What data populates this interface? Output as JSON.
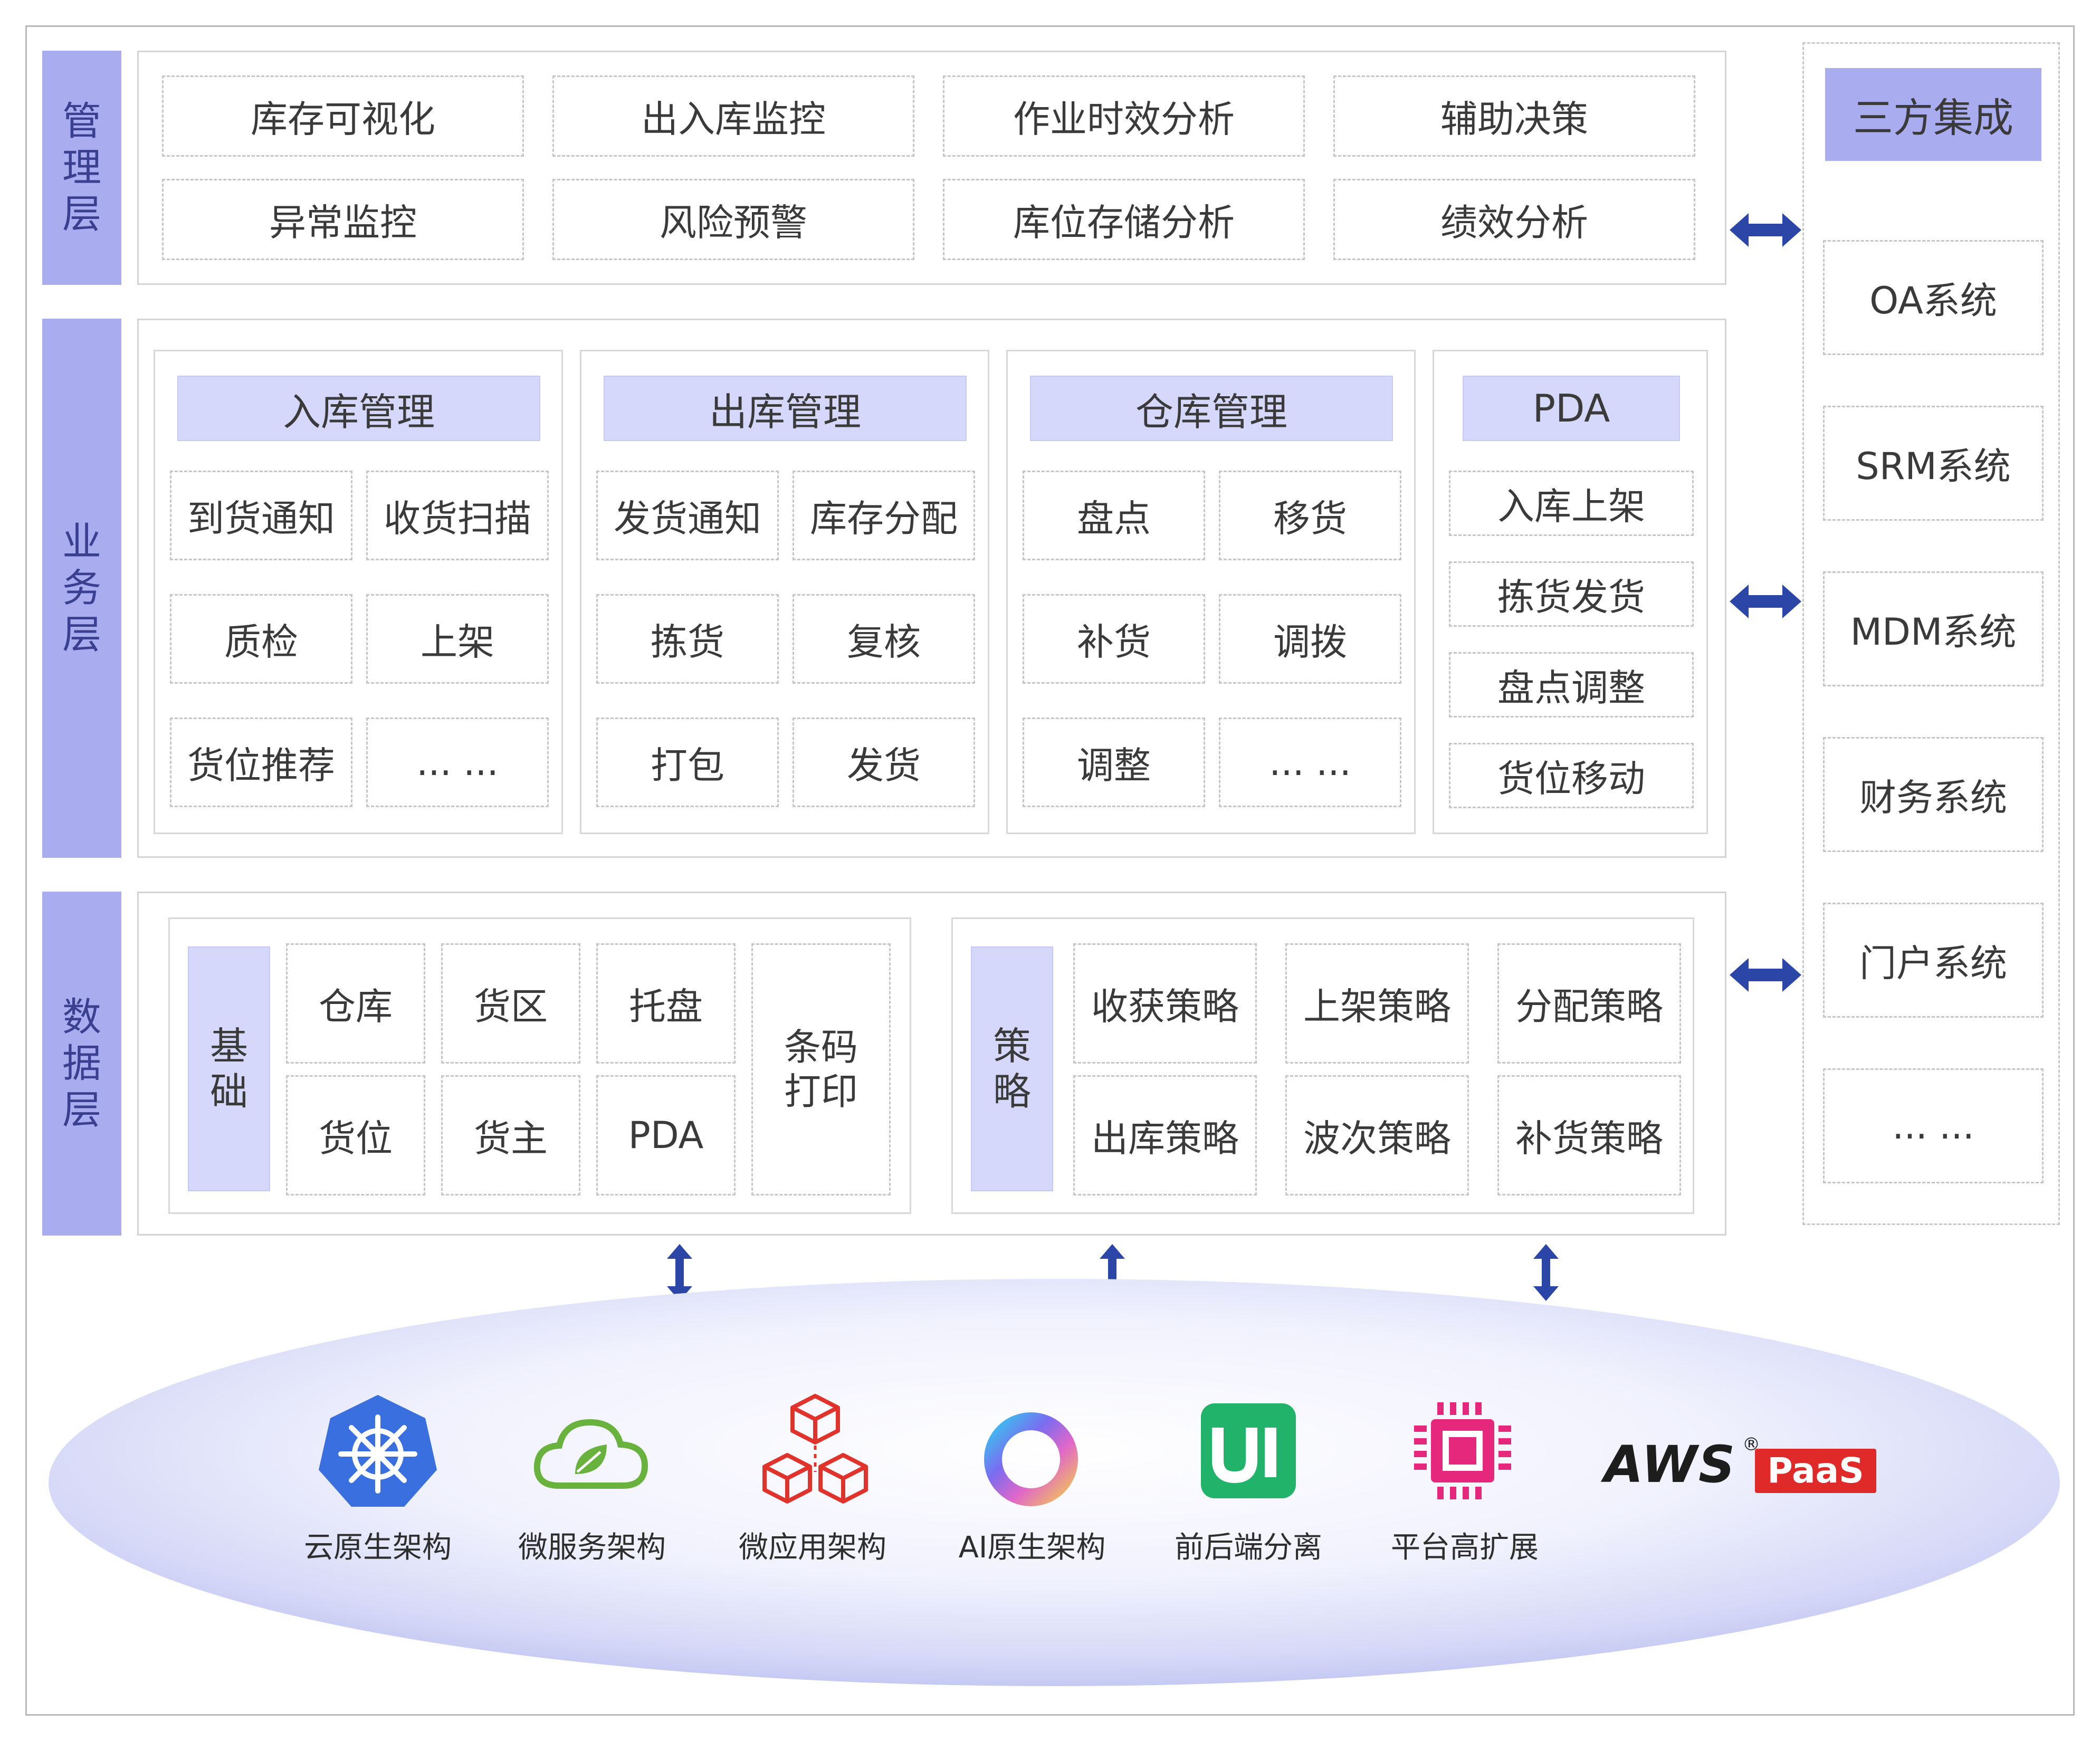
{
  "layers": {
    "management": {
      "label": [
        "管",
        "理",
        "层"
      ]
    },
    "business": {
      "label": [
        "业",
        "务",
        "层"
      ]
    },
    "data": {
      "label": [
        "数",
        "据",
        "层"
      ]
    }
  },
  "management": {
    "items": [
      "库存可视化",
      "出入库监控",
      "作业时效分析",
      "辅助决策",
      "异常监控",
      "风险预警",
      "库位存储分析",
      "绩效分析"
    ]
  },
  "business": {
    "inbound": {
      "title": "入库管理",
      "items": [
        "到货通知",
        "收货扫描",
        "质检",
        "上架",
        "货位推荐",
        "... ..."
      ]
    },
    "outbound": {
      "title": "出库管理",
      "items": [
        "发货通知",
        "库存分配",
        "拣货",
        "复核",
        "打包",
        "发货"
      ]
    },
    "warehouse": {
      "title": "仓库管理",
      "items": [
        "盘点",
        "移货",
        "补货",
        "调拨",
        "调整",
        "... ..."
      ]
    },
    "pda": {
      "title": "PDA",
      "items": [
        "入库上架",
        "拣货发货",
        "盘点调整",
        "货位移动"
      ]
    }
  },
  "data": {
    "basic": {
      "label": [
        "基",
        "础"
      ],
      "items": [
        "仓库",
        "货区",
        "托盘",
        "货位",
        "货主",
        "PDA"
      ],
      "barcode": [
        "条码",
        "打印"
      ]
    },
    "strategy": {
      "label": [
        "策",
        "略"
      ],
      "items": [
        "收获策略",
        "上架策略",
        "分配策略",
        "出库策略",
        "波次策略",
        "补货策略"
      ]
    }
  },
  "integration": {
    "title": "三方集成",
    "items": [
      "OA系统",
      "SRM系统",
      "MDM系统",
      "财务系统",
      "门户系统",
      "... ..."
    ]
  },
  "platform": {
    "items": [
      {
        "label": "云原生架构",
        "icon": "kubernetes-icon"
      },
      {
        "label": "微服务架构",
        "icon": "spring-cloud-icon"
      },
      {
        "label": "微应用架构",
        "icon": "cubes-icon"
      },
      {
        "label": "AI原生架构",
        "icon": "ai-ring-icon"
      },
      {
        "label": "前后端分离",
        "icon": "ui-icon"
      },
      {
        "label": "平台高扩展",
        "icon": "chip-icon"
      }
    ],
    "logo": {
      "aws": "AWS",
      "paas": "PaaS",
      "reg": "®"
    }
  },
  "colors": {
    "accent": "#a9adf0",
    "header": "#d5d8fa",
    "arrow": "#2b46a6",
    "platform": "#c9ccf5"
  }
}
